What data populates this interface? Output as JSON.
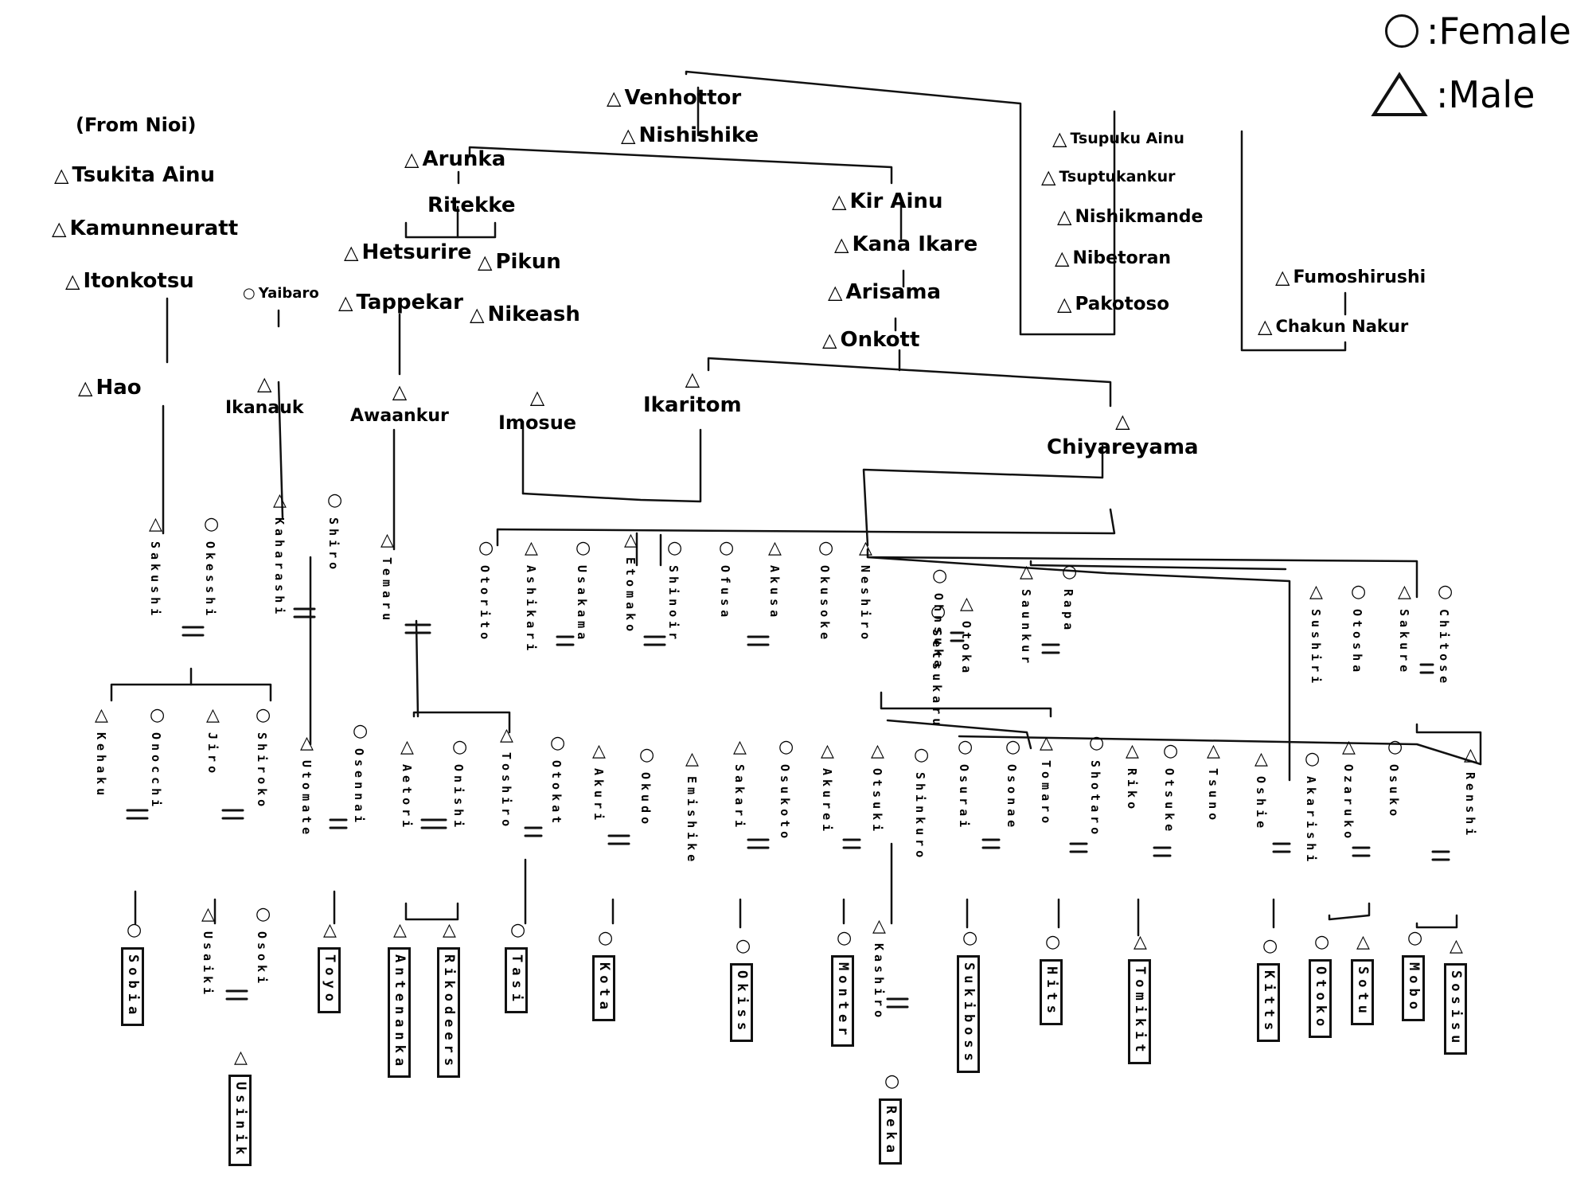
{
  "legend": {
    "female": {
      "symbol": "○",
      "label": ":Female"
    },
    "male": {
      "symbol": "△",
      "label": ":Male"
    }
  },
  "top": {
    "from_nioi": "(From Nioi)",
    "tsukita_ainu": "Tsukita Ainu",
    "kamunneuratt": "Kamunneuratt",
    "itonkotsu": "Itonkotsu",
    "hao": "Hao",
    "yaibaro": "Yaibaro",
    "ikanauk": "Ikanauk",
    "venhottor": "Venhottor",
    "nishishike": "Nishishike",
    "arunka": "Arunka",
    "ritekke": "Ritekke",
    "hetsurire": "Hetsurire",
    "pikun": "Pikun",
    "tappekar": "Tappekar",
    "nikeash": "Nikeash",
    "awaankur": "Awaankur",
    "imosue": "Imosue",
    "kir_ainu": "Kir Ainu",
    "kana_ikare": "Kana Ikare",
    "arisama": "Arisama",
    "onkott": "Onkott",
    "ikaritom": "Ikaritom",
    "chiyareyama": "Chiyareyama",
    "tsupuku_ainu": "Tsupuku Ainu",
    "tsuptukankur": "Tsuptukankur",
    "nishikmande": "Nishikmande",
    "nibetoran": "Nibetoran",
    "pakotoso": "Pakotoso",
    "fumoshirushi": "Fumoshirushi",
    "chakun_nakur": "Chakun Nakur"
  },
  "gen3": [
    "Sakushi",
    "Okesshi",
    "Kaharashi",
    "Shiro",
    "Temaru",
    "Otorito",
    "Ashikari",
    "Usakama",
    "Etomako",
    "Shinoir",
    "Ofusa",
    "Akusa",
    "Okusoke",
    "Neshiro",
    "Ohnsuka",
    "Saunkur",
    "Rapa",
    "Sushiri",
    "Otosha",
    "Sakure",
    "Chitose",
    "Setsukaru",
    "Otoka"
  ],
  "gen4": [
    "Kehaku",
    "Onocchi",
    "Jiro",
    "Shiroko",
    "Utomate",
    "Osennai",
    "Aetori",
    "Onishi",
    "Toshiro",
    "Otokat",
    "Akuri",
    "Okudo",
    "Emishike",
    "Sakari",
    "Osukoto",
    "Akurei",
    "Otsuki",
    "Shinkuro",
    "Osurai",
    "Osonae",
    "Tomaro",
    "Shotaro",
    "Riko",
    "Otsuke",
    "Tsuno",
    "Oshie",
    "Akarishi",
    "Ozaruko",
    "Osuko",
    "Renshi"
  ],
  "gen5": [
    "Sobia",
    "Usaiki",
    "Osoki",
    "Usinik",
    "Toyo",
    "Antenanka",
    "Rikodeers",
    "Tasi",
    "Kota",
    "Okiss",
    "Monter",
    "Kashiro",
    "Reka",
    "Sukiboss",
    "Hits",
    "Tomikit",
    "Kitts",
    "Otoko",
    "Sotu",
    "Mobo",
    "Sosisu"
  ]
}
